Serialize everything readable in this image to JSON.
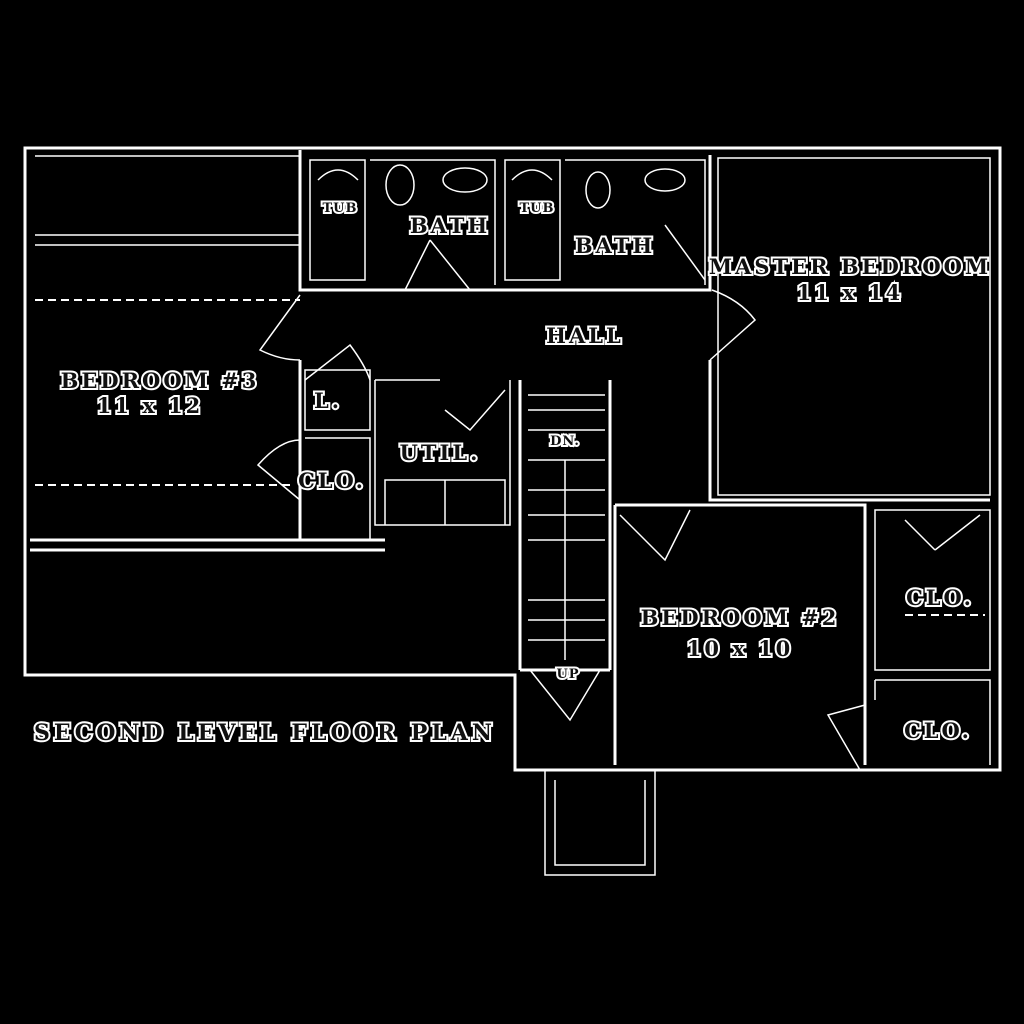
{
  "title": "SECOND LEVEL FLOOR PLAN",
  "rooms": {
    "bedroom3": {
      "name": "BEDROOM #3",
      "size": "11 x 12"
    },
    "master": {
      "name": "MASTER BEDROOM",
      "size": "11 x 14"
    },
    "bedroom2": {
      "name": "BEDROOM #2",
      "size": "10 x 10"
    },
    "hall": "HALL",
    "bath1": "BATH",
    "bath2": "BATH",
    "tub1": "TUB",
    "tub2": "TUB",
    "linen": "L.",
    "util": "UTIL.",
    "clo1": "CLO.",
    "clo2": "CLO.",
    "clo3": "CLO.",
    "stairs_down": "DN.",
    "stairs_up": "UP"
  },
  "colors": {
    "background": "#000000",
    "lines": "#ffffff"
  }
}
